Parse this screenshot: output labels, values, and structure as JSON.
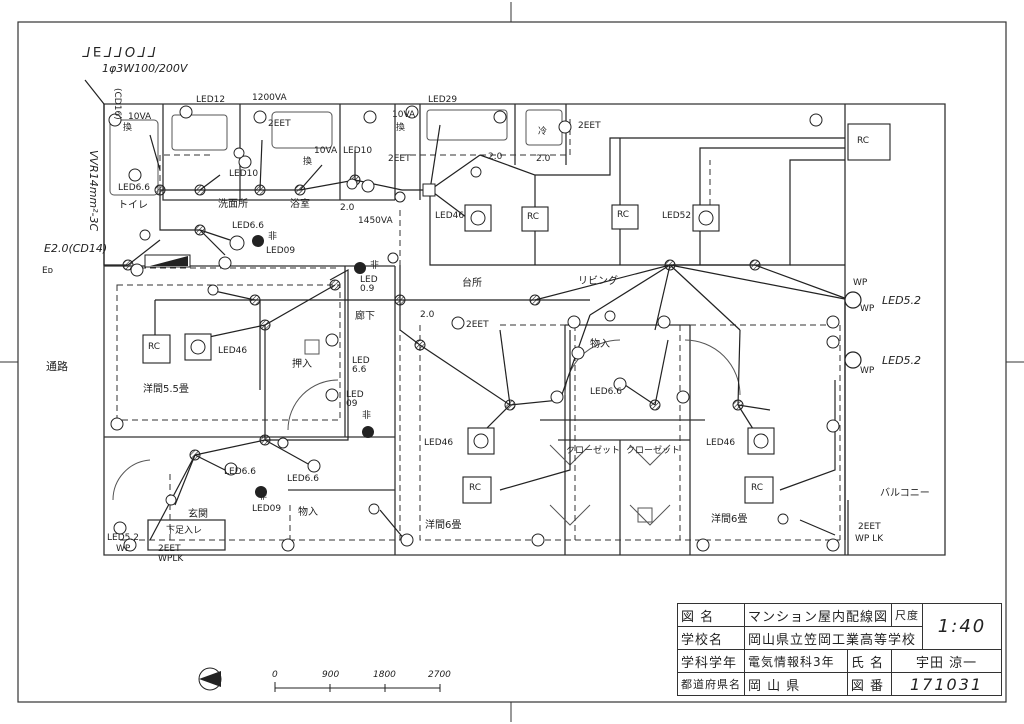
{
  "header": {
    "drawing_code": "ΓΓΟΓΓ∃Γ",
    "service": "1φ3W100/200V",
    "service_cable": "(CD16)",
    "main_cable": "VVR14mm²-3C",
    "earth": "E2.0(CD14)",
    "earth_symbol": "Eᴅ",
    "road": "通路"
  },
  "rooms": {
    "toilet": "トイレ",
    "washroom": "洗面所",
    "bath": "浴室",
    "kitchen": "台所",
    "living": "リビング",
    "hallway": "廊下",
    "western_room_small": "洋間5.5畳",
    "closet": "押入",
    "entrance": "玄関",
    "shoe_box": "下足入レ",
    "storage_small": "物入",
    "storage_large": "物入",
    "western_room_left": "洋間6畳",
    "western_room_right": "洋間6畳",
    "closet_left": "クローゼット",
    "closet_right": "クローゼット",
    "balcony": "バルコニー"
  },
  "equipment": {
    "led12": "LED12",
    "power_1200": "1200VA",
    "led29": "LED29",
    "led10": "LED10",
    "led10b": "LED10",
    "led66_toilet": "LED6.6",
    "led66_wash": "LED6.6",
    "led46_kitchen": "LED46",
    "led52": "LED52",
    "led46_west": "LED46",
    "led09_emergency1": "LED09",
    "led09_hall": "LED\n0.9",
    "led66_hall": "LED\n6.6",
    "led09_hall2": "LED\n09",
    "led66_storage": "LED6.6",
    "led46_left": "LED46",
    "led46_right": "LED46",
    "led66_entrance": "LED6.6",
    "led66_closet": "LED6.6",
    "led09_emergency2": "LED09",
    "led52_wp1": "LED5.2",
    "led52_wp2": "LED5.2",
    "led52_entrance": "LED5.2",
    "rc": "RC",
    "wp": "WP",
    "wplk": "WPLK",
    "eet2": "2EET",
    "wp_lk": "WP LK",
    "ten_va": "10VA",
    "ke_fifty": "1450VA",
    "twenty": "2.0",
    "emergency": "非",
    "ventilation": "換",
    "ac": "冷"
  },
  "title_block": {
    "row1_label": "図  名",
    "row1_value": "マンション屋内配線図",
    "row1_side": "尺度",
    "scale": "1:40",
    "row2_label": "学校名",
    "row2_value": "岡山県立笠岡工業高等学校",
    "row3_label": "学科学年",
    "row3_value": "電気情報科3年",
    "row3_side": "氏  名",
    "name": "宇田 涼一",
    "row4_label": "都道府県名",
    "row4_value": "岡  山  県",
    "row4_side": "図  番",
    "drawing_no": "171031"
  },
  "scale_bar": {
    "ticks": [
      "0",
      "900",
      "1800",
      "2700"
    ]
  },
  "colors": {
    "line": "#222222",
    "dashed": "#333333",
    "paper": "#ffffff"
  }
}
